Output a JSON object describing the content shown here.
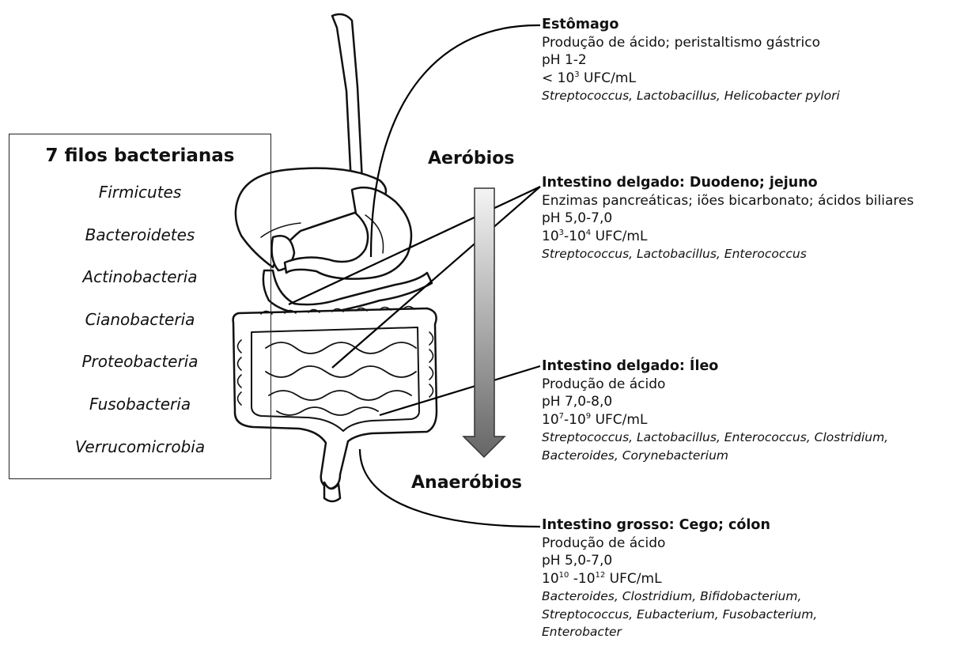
{
  "phyla": {
    "title": "7 filos bacterianas",
    "items": [
      "Firmicutes",
      "Bacteroidetes",
      "Actinobacteria",
      "Cianobacteria",
      "Proteobacteria",
      "Fusobacteria",
      "Verrucomicrobia"
    ]
  },
  "gradient": {
    "top_label": "Aeróbios",
    "bottom_label": "Anaeróbios"
  },
  "organs": [
    {
      "name": "Estômago",
      "function": "Produção de ácido; peristaltismo gástrico",
      "ph": "pH 1-2",
      "count": {
        "prefix": "< 10",
        "sup1": "3",
        "mid": "",
        "sup2": "",
        "suffix": " UFC/mL"
      },
      "genera": [
        "Streptococcus, Lactobacillus, Helicobacter pylori"
      ]
    },
    {
      "name": "Intestino delgado: Duodeno; jejuno",
      "function": "Enzimas pancreáticas; iões bicarbonato; ácidos biliares",
      "ph": "pH 5,0-7,0",
      "count": {
        "prefix": "10",
        "sup1": "3",
        "mid": "-10",
        "sup2": "4",
        "suffix": " UFC/mL"
      },
      "genera": [
        "Streptococcus, Lactobacillus, Enterococcus"
      ]
    },
    {
      "name": "Intestino delgado: Íleo",
      "function": "Produção de ácido",
      "ph": "pH 7,0-8,0",
      "count": {
        "prefix": "10",
        "sup1": "7",
        "mid": "-10",
        "sup2": "9",
        "suffix": " UFC/mL"
      },
      "genera": [
        "Streptococcus, Lactobacillus, Enterococcus, Clostridium,",
        "Bacteroides, Corynebacterium"
      ]
    },
    {
      "name": "Intestino grosso: Cego; cólon",
      "function": "Produção de ácido",
      "ph": "pH 5,0-7,0",
      "count": {
        "prefix": "10",
        "sup1": "10",
        "mid": " -10",
        "sup2": "12",
        "suffix": " UFC/mL"
      },
      "genera": [
        "Bacteroides, Clostridium, Bifidobacterium,",
        "Streptococcus, Eubacterium, Fusobacterium,",
        "Enterobacter"
      ]
    }
  ]
}
